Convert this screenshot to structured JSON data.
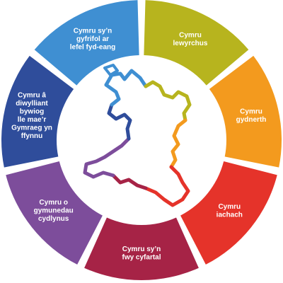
{
  "goals": [
    {
      "lines": [
        "Cymru",
        "lewyrchus"
      ],
      "color": "#b7b41e"
    },
    {
      "lines": [
        "Cymru",
        "gydnerth"
      ],
      "color": "#f39a1e"
    },
    {
      "lines": [
        "Cymru",
        "iachach"
      ],
      "color": "#e5332a"
    },
    {
      "lines": [
        "Cymru sy’n",
        "fwy cyfartal"
      ],
      "color": "#a62346"
    },
    {
      "lines": [
        "Cymru o",
        "gymunedau",
        "cydlynus"
      ],
      "color": "#7d4d9b"
    },
    {
      "lines": [
        "Cymru â",
        "diwylliant",
        "bywiog",
        "lle mae’r",
        "Gymraeg yn",
        "ffynnu"
      ],
      "color": "#2f4d9b"
    },
    {
      "lines": [
        "Cymru sy’n",
        "gyfrifol ar",
        "lefel fyd-eang"
      ],
      "color": "#3f8fd2"
    }
  ]
}
